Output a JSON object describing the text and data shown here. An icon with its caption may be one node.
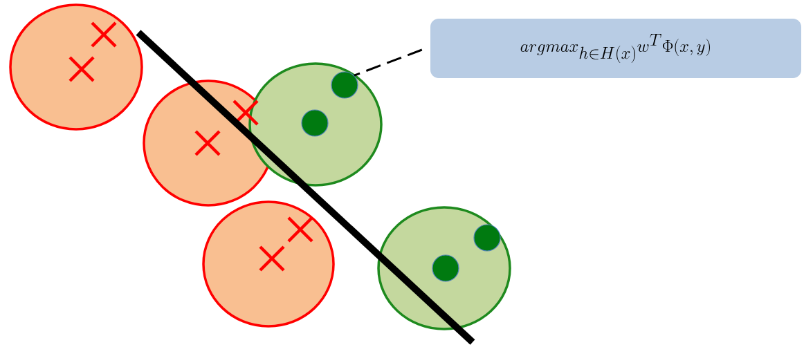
{
  "diagram": {
    "nodes": [
      {
        "text": [
          "argmax_{h\\in H(x)} w^{T}\\Phi(x,y)"
        ]
      },
      {
        "text": [],
        "shape": "circle"
      },
      {
        "text": [],
        "shape": "circle"
      },
      {
        "text": [],
        "shape": "circle"
      },
      {
        "text": [],
        "shape": "circle"
      }
    ],
    "edges": [
      {
        "from": 0,
        "to": 2,
        "arrow": "none",
        "style": "dashed"
      }
    ]
  }
}
